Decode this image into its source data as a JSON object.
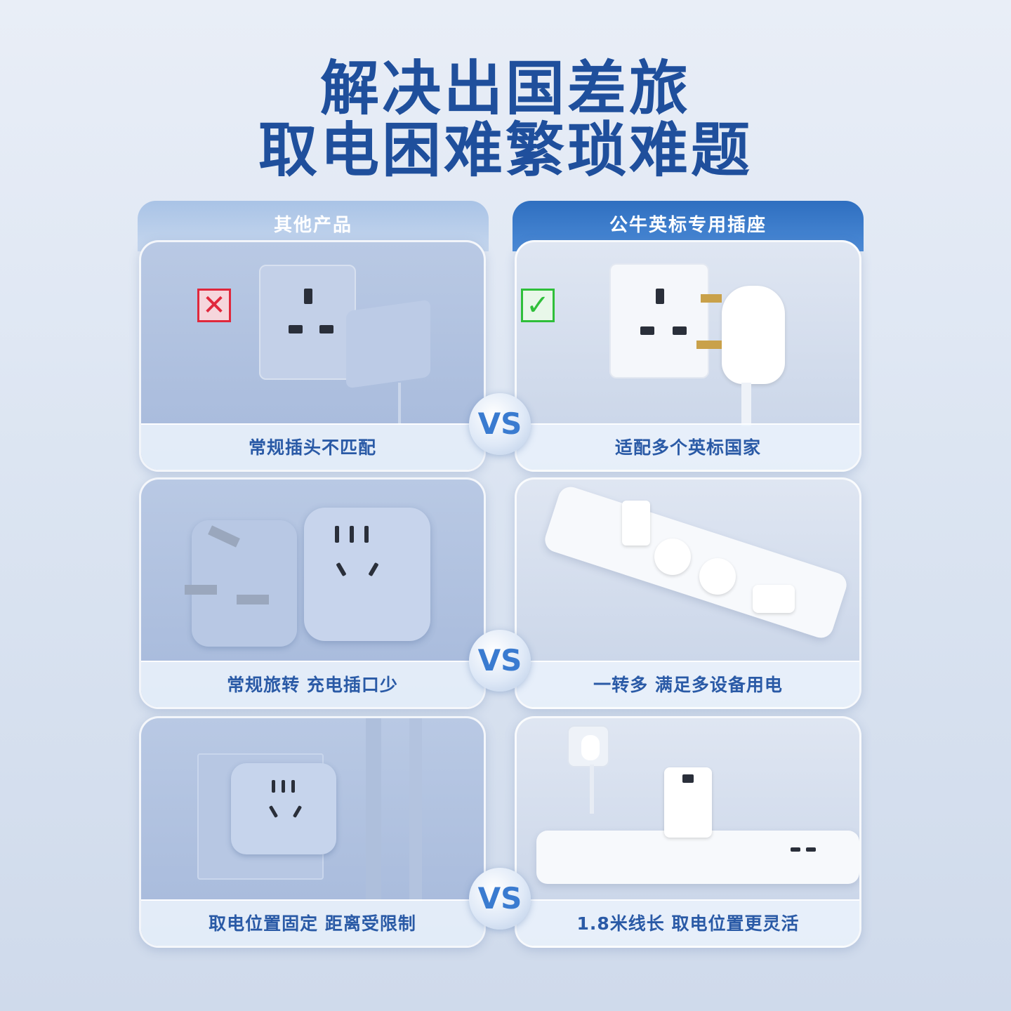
{
  "title": {
    "line1": "解决出国差旅",
    "line2": "取电困难繁琐难题"
  },
  "columns": {
    "left": "其他产品",
    "right": "公牛英标专用插座"
  },
  "vs_label": "VS",
  "rows": [
    {
      "left_caption": "常规插头不匹配",
      "right_caption": "适配多个英标国家"
    },
    {
      "left_caption": "常规旅转 充电插口少",
      "right_caption": "一转多 满足多设备用电"
    },
    {
      "left_caption": "取电位置固定 距离受限制",
      "right_caption": "1.8米线长 取电位置更灵活"
    }
  ],
  "marks": {
    "wrong": "✕",
    "right": "✓"
  },
  "colors": {
    "title": "#1f4f9c",
    "accent": "#2f6fc0",
    "wrong_mark": "#e0283c",
    "right_mark": "#2fbf3a"
  }
}
